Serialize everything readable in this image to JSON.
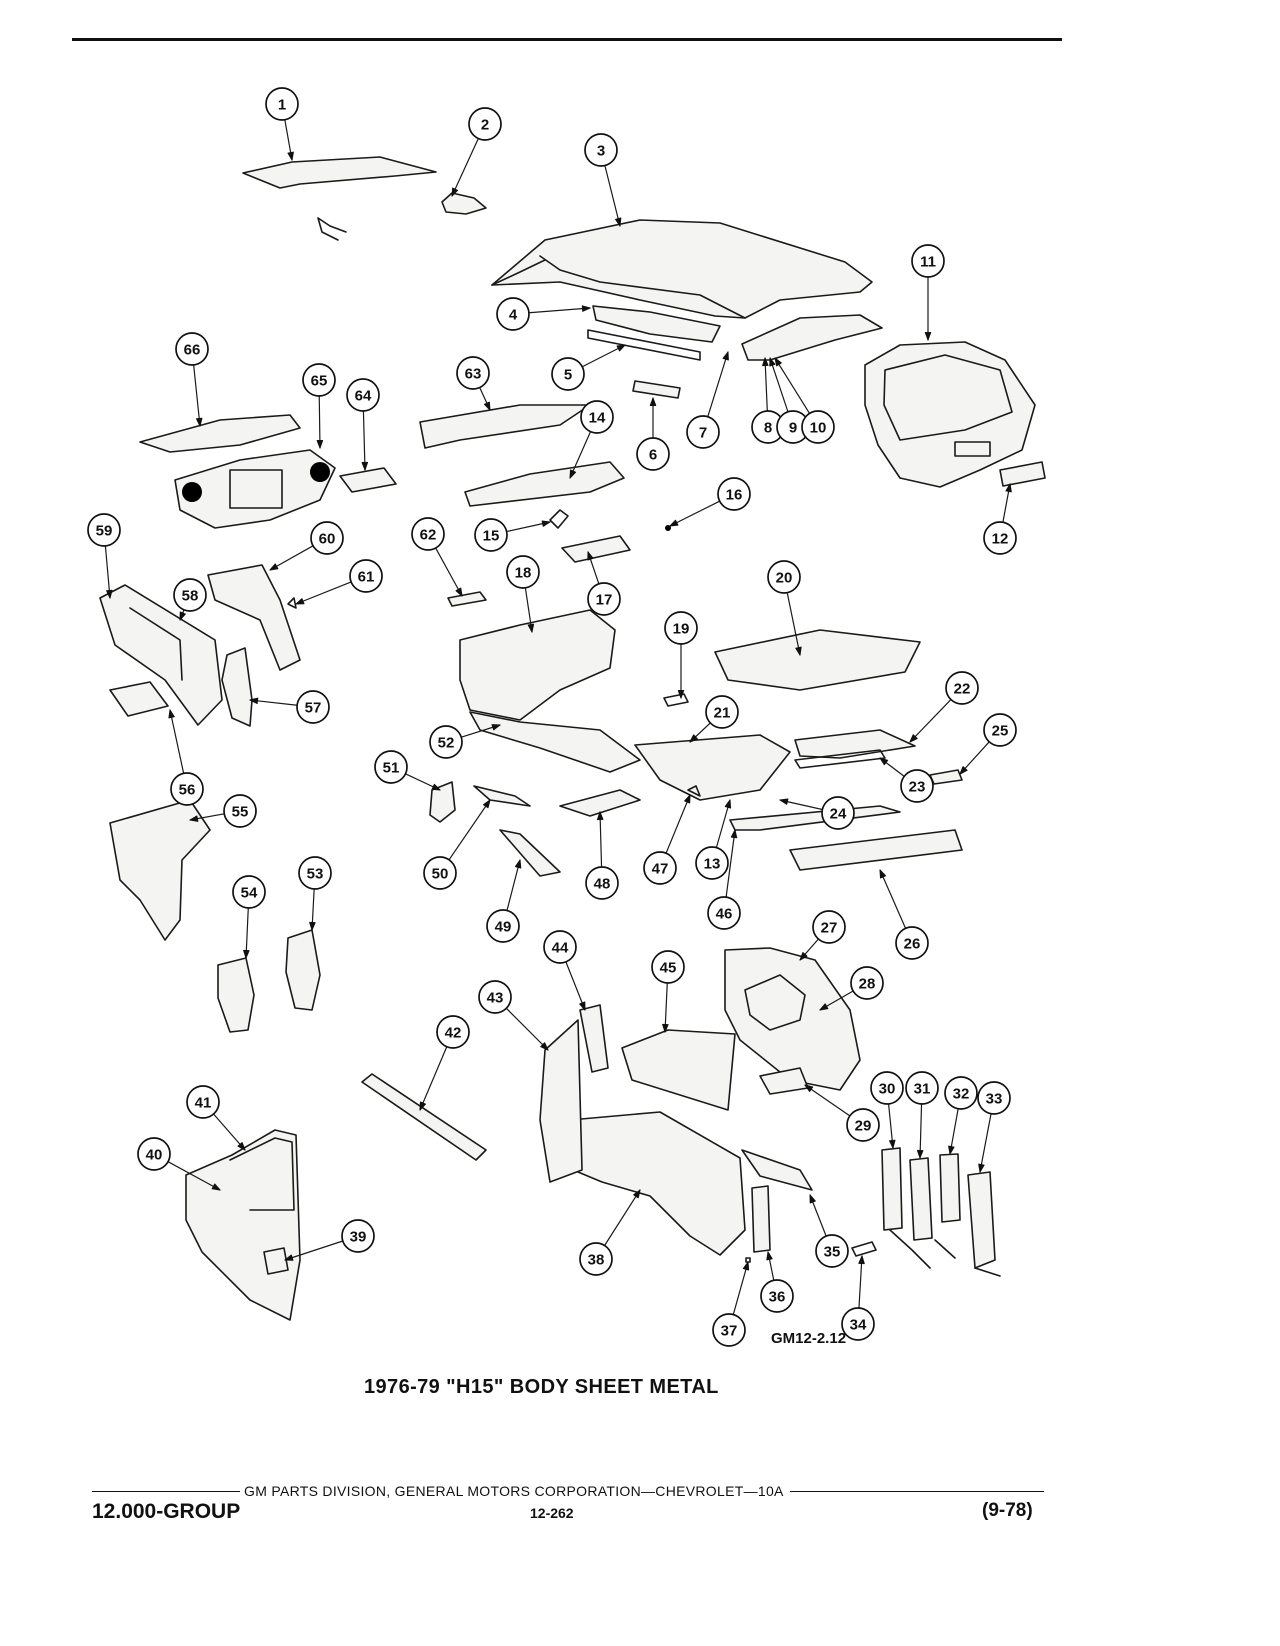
{
  "figure_code": "GM12-2.12",
  "title": "1976-79 \"H15\" BODY SHEET METAL",
  "footer": {
    "division": "GM PARTS DIVISION, GENERAL MOTORS CORPORATION—CHEVROLET—10A",
    "group": "12.000-GROUP",
    "page": "12-262",
    "date": "(9-78)"
  },
  "callouts": [
    "1",
    "2",
    "3",
    "4",
    "5",
    "6",
    "7",
    "8",
    "9",
    "10",
    "11",
    "12",
    "13",
    "14",
    "15",
    "16",
    "17",
    "18",
    "19",
    "20",
    "21",
    "22",
    "23",
    "24",
    "25",
    "26",
    "27",
    "28",
    "29",
    "30",
    "31",
    "32",
    "33",
    "34",
    "35",
    "36",
    "37",
    "38",
    "39",
    "40",
    "41",
    "42",
    "43",
    "44",
    "45",
    "46",
    "47",
    "48",
    "49",
    "50",
    "51",
    "52",
    "53",
    "54",
    "55",
    "56",
    "57",
    "58",
    "59",
    "60",
    "61",
    "62",
    "63",
    "64",
    "65",
    "66"
  ]
}
